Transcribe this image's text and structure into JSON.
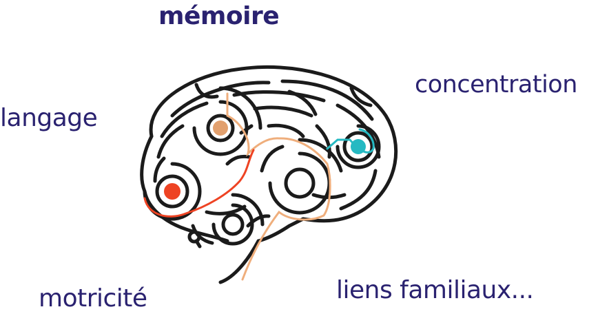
{
  "labels": {
    "memoire": "mémoire",
    "concentration": "concentration",
    "langage": "langage",
    "motricite": "motricité",
    "liens": "liens familiaux..."
  },
  "colors": {
    "text": "#2a2270",
    "maze": "#1b1b1b",
    "node_tan": "#e2a06e",
    "node_red": "#ee4323",
    "node_teal": "#25b9c2",
    "path_peach": "#efae7c"
  }
}
